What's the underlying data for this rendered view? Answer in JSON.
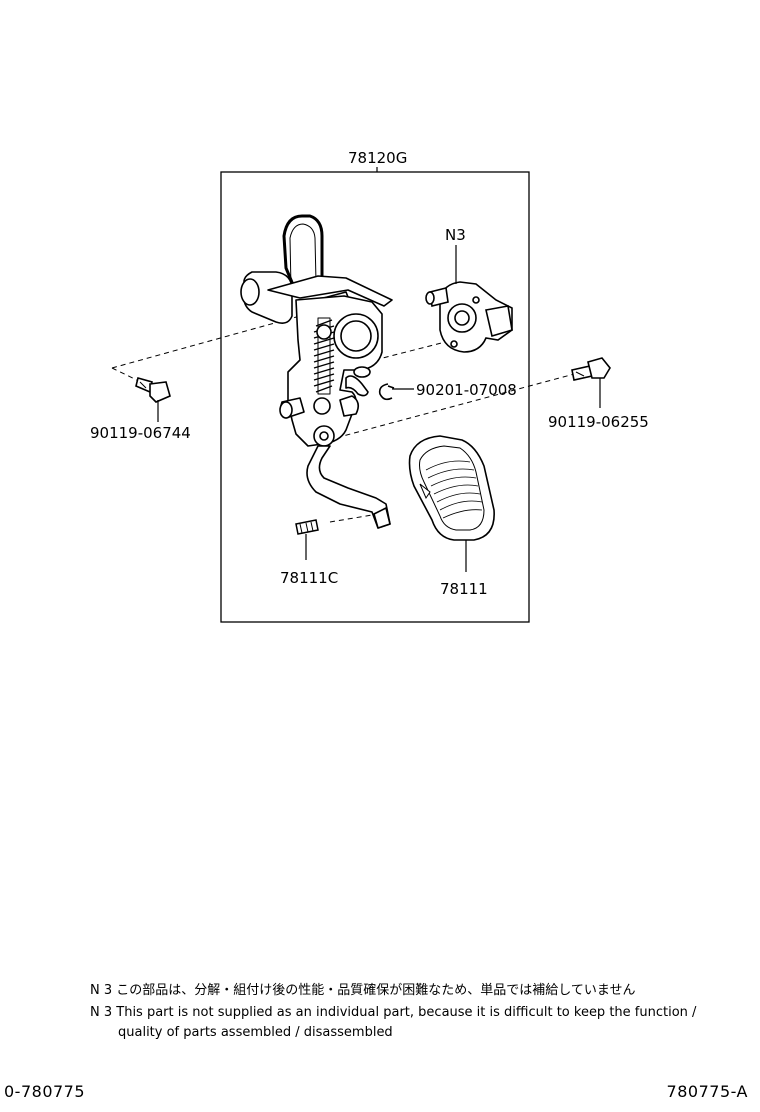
{
  "labels": {
    "assembly": "78120G",
    "n3": "N3",
    "bolt_left": "90119-06744",
    "clip": "90201-07008",
    "bolt_right": "90119-06255",
    "pin": "78111C",
    "pad": "78111"
  },
  "notes": {
    "jp": "N 3 この部品は、分解・組付け後の性能・品質確保が困難なため、単品では補給していません",
    "en_line1": "N 3 This part is not supplied as an individual part, because it is difficult to keep the function /",
    "en_line2": "quality of parts assembled / disassembled"
  },
  "footer": {
    "left_code": "0-780775",
    "right_code": "780775-A"
  }
}
